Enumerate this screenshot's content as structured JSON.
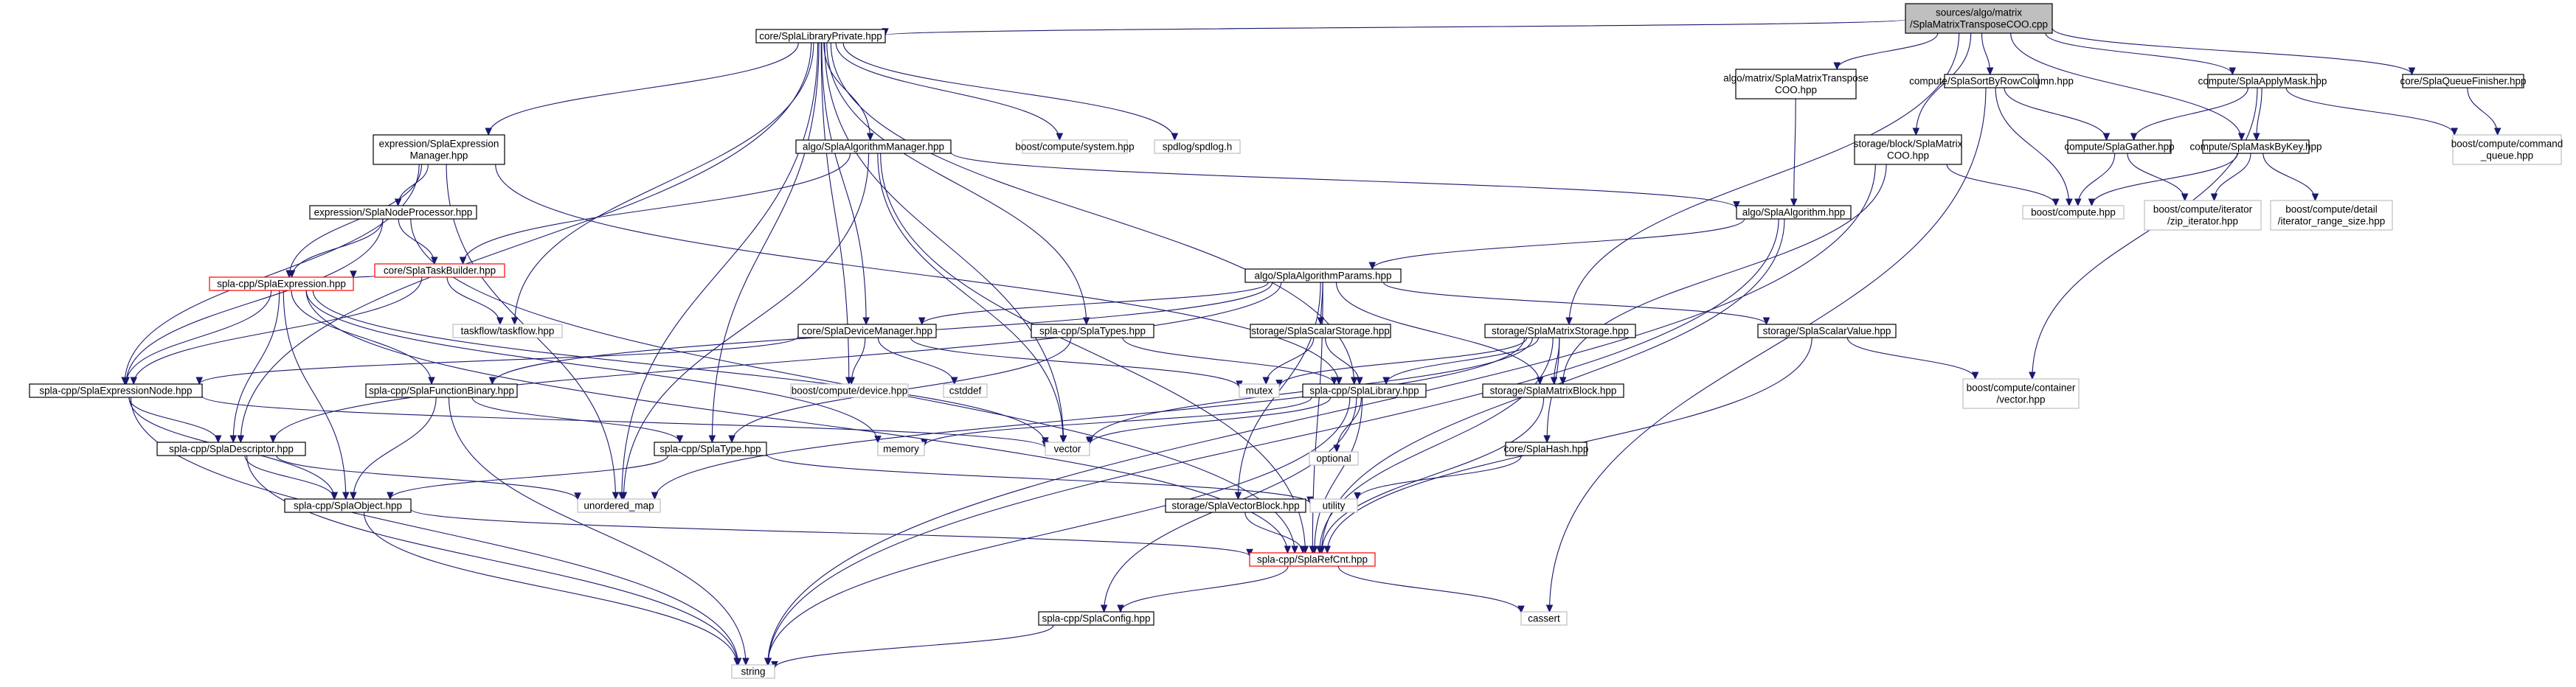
{
  "colors": {
    "edge": "#191970",
    "border_normal": "#000000",
    "border_missing": "#bfbfbf",
    "border_red": "#ff0000",
    "root_fill": "#bfbfbf",
    "fill": "#ffffff"
  },
  "nodes": [
    {
      "id": "root",
      "kind": "root",
      "lines": [
        "sources/algo/matrix",
        "/SplaMatrixTransposeCOO.cpp"
      ]
    },
    {
      "id": "lib_private",
      "kind": "normal",
      "lines": [
        "core/SplaLibraryPrivate.hpp"
      ]
    },
    {
      "id": "algo_transpose_hpp",
      "kind": "normal",
      "lines": [
        "algo/matrix/SplaMatrixTranspose",
        "COO.hpp"
      ]
    },
    {
      "id": "sort_by_row",
      "kind": "normal",
      "lines": [
        "compute/SplaSortByRowColumn.hpp"
      ]
    },
    {
      "id": "apply_mask",
      "kind": "normal",
      "lines": [
        "compute/SplaApplyMask.hpp"
      ]
    },
    {
      "id": "queue_finisher",
      "kind": "normal",
      "lines": [
        "core/SplaQueueFinisher.hpp"
      ]
    },
    {
      "id": "expr_manager",
      "kind": "normal",
      "lines": [
        "expression/SplaExpression",
        "Manager.hpp"
      ]
    },
    {
      "id": "algo_manager",
      "kind": "normal",
      "lines": [
        "algo/SplaAlgorithmManager.hpp"
      ]
    },
    {
      "id": "boost_system",
      "kind": "missing",
      "lines": [
        "boost/compute/system.hpp"
      ]
    },
    {
      "id": "spdlog",
      "kind": "missing",
      "lines": [
        "spdlog/spdlog.h"
      ]
    },
    {
      "id": "block_coo",
      "kind": "normal",
      "lines": [
        "storage/block/SplaMatrix",
        "COO.hpp"
      ]
    },
    {
      "id": "gather",
      "kind": "normal",
      "lines": [
        "compute/SplaGather.hpp"
      ]
    },
    {
      "id": "mask_by_key",
      "kind": "normal",
      "lines": [
        "compute/SplaMaskByKey.hpp"
      ]
    },
    {
      "id": "command_queue",
      "kind": "missing",
      "lines": [
        "boost/compute/command",
        "_queue.hpp"
      ]
    },
    {
      "id": "node_processor",
      "kind": "normal",
      "lines": [
        "expression/SplaNodeProcessor.hpp"
      ]
    },
    {
      "id": "algo_hpp",
      "kind": "normal",
      "lines": [
        "algo/SplaAlgorithm.hpp"
      ]
    },
    {
      "id": "boost_compute",
      "kind": "missing",
      "lines": [
        "boost/compute.hpp"
      ]
    },
    {
      "id": "zip_iterator",
      "kind": "missing",
      "lines": [
        "boost/compute/iterator",
        "/zip_iterator.hpp"
      ]
    },
    {
      "id": "range_size",
      "kind": "missing",
      "lines": [
        "boost/compute/detail",
        "/iterator_range_size.hpp"
      ]
    },
    {
      "id": "task_builder",
      "kind": "red",
      "lines": [
        "core/SplaTaskBuilder.hpp"
      ]
    },
    {
      "id": "algo_params",
      "kind": "normal",
      "lines": [
        "algo/SplaAlgorithmParams.hpp"
      ]
    },
    {
      "id": "spla_expression",
      "kind": "red",
      "lines": [
        "spla-cpp/SplaExpression.hpp"
      ]
    },
    {
      "id": "taskflow",
      "kind": "missing",
      "lines": [
        "taskflow/taskflow.hpp"
      ]
    },
    {
      "id": "device_manager",
      "kind": "normal",
      "lines": [
        "core/SplaDeviceManager.hpp"
      ]
    },
    {
      "id": "spla_types",
      "kind": "normal",
      "lines": [
        "spla-cpp/SplaTypes.hpp"
      ]
    },
    {
      "id": "scalar_storage",
      "kind": "normal",
      "lines": [
        "storage/SplaScalarStorage.hpp"
      ]
    },
    {
      "id": "matrix_storage",
      "kind": "normal",
      "lines": [
        "storage/SplaMatrixStorage.hpp"
      ]
    },
    {
      "id": "scalar_value",
      "kind": "normal",
      "lines": [
        "storage/SplaScalarValue.hpp"
      ]
    },
    {
      "id": "expr_node",
      "kind": "normal",
      "lines": [
        "spla-cpp/SplaExpressionNode.hpp"
      ]
    },
    {
      "id": "function_binary",
      "kind": "normal",
      "lines": [
        "spla-cpp/SplaFunctionBinary.hpp"
      ]
    },
    {
      "id": "boost_device",
      "kind": "missing",
      "lines": [
        "boost/compute/device.hpp"
      ]
    },
    {
      "id": "cstddef",
      "kind": "missing",
      "lines": [
        "cstddef"
      ]
    },
    {
      "id": "mutex",
      "kind": "missing",
      "lines": [
        "mutex"
      ]
    },
    {
      "id": "spla_library",
      "kind": "normal",
      "lines": [
        "spla-cpp/SplaLibrary.hpp"
      ]
    },
    {
      "id": "matrix_block",
      "kind": "normal",
      "lines": [
        "storage/SplaMatrixBlock.hpp"
      ]
    },
    {
      "id": "container_vector",
      "kind": "missing",
      "lines": [
        "boost/compute/container",
        "/vector.hpp"
      ]
    },
    {
      "id": "descriptor",
      "kind": "normal",
      "lines": [
        "spla-cpp/SplaDescriptor.hpp"
      ]
    },
    {
      "id": "memory",
      "kind": "missing",
      "lines": [
        "memory"
      ]
    },
    {
      "id": "spla_type",
      "kind": "normal",
      "lines": [
        "spla-cpp/SplaType.hpp"
      ]
    },
    {
      "id": "vector",
      "kind": "missing",
      "lines": [
        "vector"
      ]
    },
    {
      "id": "optional",
      "kind": "missing",
      "lines": [
        "optional"
      ]
    },
    {
      "id": "hash",
      "kind": "normal",
      "lines": [
        "core/SplaHash.hpp"
      ]
    },
    {
      "id": "spla_object",
      "kind": "normal",
      "lines": [
        "spla-cpp/SplaObject.hpp"
      ]
    },
    {
      "id": "unordered_map",
      "kind": "missing",
      "lines": [
        "unordered_map"
      ]
    },
    {
      "id": "utility",
      "kind": "missing",
      "lines": [
        "utility"
      ]
    },
    {
      "id": "vector_block",
      "kind": "normal",
      "lines": [
        "storage/SplaVectorBlock.hpp"
      ]
    },
    {
      "id": "refcnt",
      "kind": "red",
      "lines": [
        "spla-cpp/SplaRefCnt.hpp"
      ]
    },
    {
      "id": "spla_config",
      "kind": "normal",
      "lines": [
        "spla-cpp/SplaConfig.hpp"
      ]
    },
    {
      "id": "cassert",
      "kind": "missing",
      "lines": [
        "cassert"
      ]
    },
    {
      "id": "string",
      "kind": "missing",
      "lines": [
        "string"
      ]
    }
  ],
  "edges": [
    [
      "root",
      "lib_private"
    ],
    [
      "root",
      "algo_transpose_hpp"
    ],
    [
      "root",
      "sort_by_row"
    ],
    [
      "root",
      "apply_mask"
    ],
    [
      "root",
      "queue_finisher"
    ],
    [
      "root",
      "block_coo"
    ],
    [
      "root",
      "mask_by_key"
    ],
    [
      "root",
      "matrix_storage"
    ],
    [
      "lib_private",
      "expr_manager"
    ],
    [
      "lib_private",
      "algo_manager"
    ],
    [
      "lib_private",
      "boost_system"
    ],
    [
      "lib_private",
      "spdlog"
    ],
    [
      "lib_private",
      "taskflow"
    ],
    [
      "lib_private",
      "device_manager"
    ],
    [
      "lib_private",
      "spla_types"
    ],
    [
      "lib_private",
      "spla_library"
    ],
    [
      "lib_private",
      "descriptor"
    ],
    [
      "lib_private",
      "spla_type"
    ],
    [
      "lib_private",
      "vector"
    ],
    [
      "lib_private",
      "unordered_map"
    ],
    [
      "lib_private",
      "boost_device"
    ],
    [
      "algo_transpose_hpp",
      "algo_hpp"
    ],
    [
      "sort_by_row",
      "gather"
    ],
    [
      "sort_by_row",
      "boost_compute"
    ],
    [
      "sort_by_row",
      "cassert"
    ],
    [
      "apply_mask",
      "gather"
    ],
    [
      "apply_mask",
      "mask_by_key"
    ],
    [
      "apply_mask",
      "command_queue"
    ],
    [
      "apply_mask",
      "container_vector"
    ],
    [
      "queue_finisher",
      "command_queue"
    ],
    [
      "expr_manager",
      "node_processor"
    ],
    [
      "expr_manager",
      "spla_expression"
    ],
    [
      "expr_manager",
      "expr_node"
    ],
    [
      "expr_manager",
      "spla_library"
    ],
    [
      "expr_manager",
      "unordered_map"
    ],
    [
      "algo_manager",
      "algo_hpp"
    ],
    [
      "algo_manager",
      "task_builder"
    ],
    [
      "algo_manager",
      "vector"
    ],
    [
      "algo_manager",
      "unordered_map"
    ],
    [
      "algo_manager",
      "refcnt"
    ],
    [
      "block_coo",
      "boost_compute"
    ],
    [
      "block_coo",
      "matrix_block"
    ],
    [
      "block_coo",
      "string"
    ],
    [
      "gather",
      "boost_compute"
    ],
    [
      "gather",
      "zip_iterator"
    ],
    [
      "mask_by_key",
      "boost_compute"
    ],
    [
      "mask_by_key",
      "zip_iterator"
    ],
    [
      "mask_by_key",
      "range_size"
    ],
    [
      "node_processor",
      "task_builder"
    ],
    [
      "node_processor",
      "spla_expression"
    ],
    [
      "node_processor",
      "expr_node"
    ],
    [
      "node_processor",
      "refcnt"
    ],
    [
      "algo_hpp",
      "algo_params"
    ],
    [
      "algo_hpp",
      "refcnt"
    ],
    [
      "algo_hpp",
      "string"
    ],
    [
      "task_builder",
      "spla_expression"
    ],
    [
      "task_builder",
      "expr_node"
    ],
    [
      "task_builder",
      "taskflow"
    ],
    [
      "algo_params",
      "device_manager"
    ],
    [
      "algo_params",
      "scalar_storage"
    ],
    [
      "algo_params",
      "scalar_value"
    ],
    [
      "algo_params",
      "matrix_block"
    ],
    [
      "algo_params",
      "vector_block"
    ],
    [
      "algo_params",
      "descriptor"
    ],
    [
      "algo_params",
      "function_binary"
    ],
    [
      "algo_params",
      "refcnt"
    ],
    [
      "spla_expression",
      "expr_node"
    ],
    [
      "spla_expression",
      "function_binary"
    ],
    [
      "spla_expression",
      "descriptor"
    ],
    [
      "spla_expression",
      "spla_object"
    ],
    [
      "spla_expression",
      "refcnt"
    ],
    [
      "spla_expression",
      "vector"
    ],
    [
      "spla_expression",
      "memory"
    ],
    [
      "device_manager",
      "boost_device"
    ],
    [
      "device_manager",
      "cstddef"
    ],
    [
      "device_manager",
      "mutex"
    ],
    [
      "device_manager",
      "expr_node"
    ],
    [
      "spla_types",
      "spla_library"
    ],
    [
      "spla_types",
      "spla_type"
    ],
    [
      "scalar_storage",
      "mutex"
    ],
    [
      "scalar_storage",
      "spla_library"
    ],
    [
      "matrix_storage",
      "matrix_block"
    ],
    [
      "matrix_storage",
      "hash"
    ],
    [
      "matrix_storage",
      "mutex"
    ],
    [
      "matrix_storage",
      "spla_library"
    ],
    [
      "matrix_storage",
      "vector"
    ],
    [
      "matrix_storage",
      "unordered_map"
    ],
    [
      "matrix_storage",
      "refcnt"
    ],
    [
      "scalar_value",
      "container_vector"
    ],
    [
      "scalar_value",
      "refcnt"
    ],
    [
      "expr_node",
      "descriptor"
    ],
    [
      "expr_node",
      "spla_object"
    ],
    [
      "expr_node",
      "vector"
    ],
    [
      "expr_node",
      "string"
    ],
    [
      "function_binary",
      "spla_type"
    ],
    [
      "function_binary",
      "spla_object"
    ],
    [
      "function_binary",
      "string"
    ],
    [
      "spla_library",
      "spla_config"
    ],
    [
      "spla_library",
      "refcnt"
    ],
    [
      "spla_library",
      "vector"
    ],
    [
      "spla_library",
      "memory"
    ],
    [
      "spla_library",
      "optional"
    ],
    [
      "spla_library",
      "string"
    ],
    [
      "matrix_block",
      "refcnt"
    ],
    [
      "descriptor",
      "spla_object"
    ],
    [
      "descriptor",
      "unordered_map"
    ],
    [
      "descriptor",
      "string"
    ],
    [
      "spla_type",
      "spla_object"
    ],
    [
      "spla_type",
      "utility"
    ],
    [
      "hash",
      "utility"
    ],
    [
      "spla_object",
      "refcnt"
    ],
    [
      "spla_object",
      "string"
    ],
    [
      "vector_block",
      "refcnt"
    ],
    [
      "refcnt",
      "spla_config"
    ],
    [
      "refcnt",
      "cassert"
    ],
    [
      "spla_config",
      "string"
    ]
  ]
}
